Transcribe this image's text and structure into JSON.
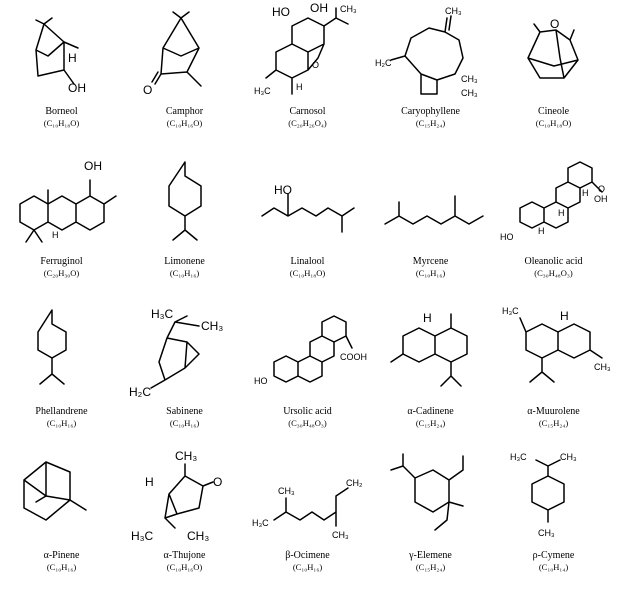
{
  "compounds": [
    {
      "name": "Borneol",
      "formula": "(C₁₀H₁₈O)",
      "atom_labels": [
        "H",
        "OH"
      ]
    },
    {
      "name": "Camphor",
      "formula": "(C₁₀H₁₆O)",
      "atom_labels": [
        "O"
      ]
    },
    {
      "name": "Carnosol",
      "formula": "(C₂₀H₂₆O₄)",
      "atom_labels": [
        "HO",
        "OH",
        "H₃C",
        "CH₃",
        "O",
        "H"
      ]
    },
    {
      "name": "Caryophyllene",
      "formula": "(C₁₅H₂₄)",
      "atom_labels": [
        "CH₃",
        "H₂C",
        "CH₃",
        "CH₃"
      ]
    },
    {
      "name": "Cineole",
      "formula": "(C₁₀H₁₈O)",
      "atom_labels": [
        "O"
      ]
    },
    {
      "name": "Ferruginol",
      "formula": "(C₂₀H₃₀O)",
      "atom_labels": [
        "OH",
        "H"
      ]
    },
    {
      "name": "Limonene",
      "formula": "(C₁₀H₁₆)",
      "atom_labels": []
    },
    {
      "name": "Linalool",
      "formula": "(C₁₀H₁₈O)",
      "atom_labels": [
        "HO"
      ]
    },
    {
      "name": "Myrcene",
      "formula": "(C₁₀H₁₆)",
      "atom_labels": []
    },
    {
      "name": "Oleanolic acid",
      "formula": "(C₃₀H₄₈O₃)",
      "atom_labels": [
        "OH",
        "O",
        "HO",
        "H",
        "H",
        "H"
      ]
    },
    {
      "name": "Phellandrene",
      "formula": "(C₁₀H₁₆)",
      "atom_labels": []
    },
    {
      "name": "Sabinene",
      "formula": "(C₁₀H₁₆)",
      "atom_labels": [
        "H₃C",
        "CH₃",
        "H₂C"
      ]
    },
    {
      "name": "Ursolic acid",
      "formula": "(C₃₀H₄₈O₃)",
      "atom_labels": [
        "COOH",
        "HO"
      ]
    },
    {
      "name": "α-Cadinene",
      "formula": "(C₁₅H₂₄)",
      "atom_labels": [
        "H"
      ]
    },
    {
      "name": "α-Muurolene",
      "formula": "(C₁₅H₂₄)",
      "atom_labels": [
        "H₃C",
        "H",
        "CH₃"
      ]
    },
    {
      "name": "α-Pinene",
      "formula": "(C₁₀H₁₆)",
      "atom_labels": []
    },
    {
      "name": "α-Thujone",
      "formula": "(C₁₀H₁₆O)",
      "atom_labels": [
        "CH₃",
        "O",
        "H",
        "H₃C",
        "CH₃"
      ]
    },
    {
      "name": "β-Ocimene",
      "formula": "(C₁₀H₁₆)",
      "atom_labels": [
        "CH₃",
        "CH₂",
        "H₃C",
        "CH₃"
      ]
    },
    {
      "name": "γ-Elemene",
      "formula": "(C₁₅H₂₄)",
      "atom_labels": []
    },
    {
      "name": "ρ-Cymene",
      "formula": "(C₁₀H₁₄)",
      "atom_labels": [
        "H₃C",
        "CH₃",
        "CH₃"
      ]
    }
  ]
}
